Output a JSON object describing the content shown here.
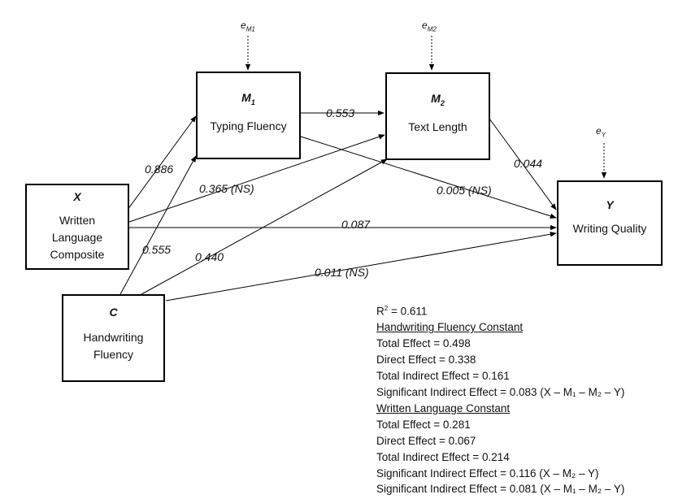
{
  "nodes": {
    "x": {
      "symbol": "X",
      "sub": "",
      "label_lines": [
        "Written",
        "Language",
        "Composite"
      ]
    },
    "c": {
      "symbol": "C",
      "sub": "",
      "label_lines": [
        "Handwriting",
        "Fluency"
      ]
    },
    "m1": {
      "symbol": "M",
      "sub": "1",
      "label_lines": [
        "Typing Fluency"
      ]
    },
    "m2": {
      "symbol": "M",
      "sub": "2",
      "label_lines": [
        "Text Length"
      ]
    },
    "y": {
      "symbol": "Y",
      "sub": "",
      "label_lines": [
        "Writing Quality"
      ]
    }
  },
  "errors": {
    "em1": {
      "base": "e",
      "sub": "M1"
    },
    "em2": {
      "base": "e",
      "sub": "M2"
    },
    "ey": {
      "base": "e",
      "sub": "Y"
    }
  },
  "paths": {
    "m1_m2": "0.553",
    "x_m1": "0.886",
    "x_m2": "0.365 (NS)",
    "m1_y": "0.005 (NS)",
    "m2_y": "0.044",
    "x_y": "0.087",
    "c_m1": "0.555",
    "c_m2": "0.440",
    "c_y": "0.011 (NS)"
  },
  "stats": {
    "r2_label": "R",
    "r2_sup": "2",
    "r2_value": " = 0.611",
    "hw_heading": "Handwriting Fluency Constant",
    "hw_total": "Total Effect = 0.498",
    "hw_direct": "Direct Effect = 0.338",
    "hw_indirect": "Total Indirect Effect = 0.161",
    "hw_sig": "Significant Indirect Effect = 0.083 (X – M₁ – M₂ – Y)",
    "wl_heading": "Written Language Constant",
    "wl_total": "Total Effect = 0.281",
    "wl_direct": "Direct Effect = 0.067",
    "wl_indirect": "Total Indirect Effect = 0.214",
    "wl_sig1": "Significant Indirect Effect = 0.116 (X – M₂ – Y)",
    "wl_sig2": "Significant Indirect Effect = 0.081 (X – M₁ – M₂ – Y)"
  }
}
